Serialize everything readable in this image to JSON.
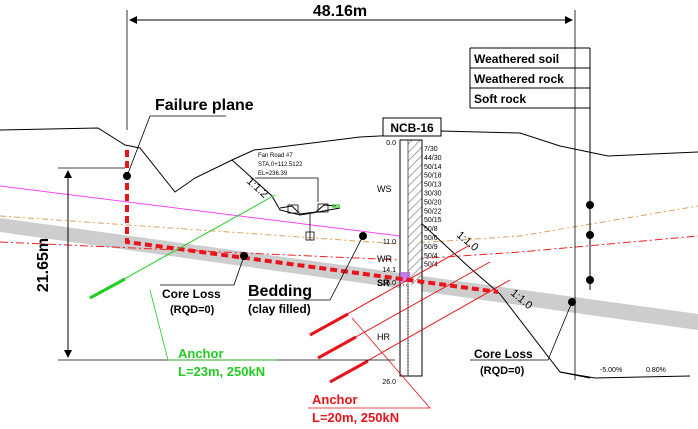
{
  "dimensions": {
    "width_label": "48.16m",
    "height_label": "21.65m"
  },
  "legend": {
    "items": [
      "Weathered soil",
      "Weathered rock",
      "Soft rock"
    ]
  },
  "labels": {
    "failure_plane": "Failure plane",
    "borehole": "NCB-16",
    "road_name": "Fan Road #7",
    "station": "STA.0+112.5122",
    "elevation": "EL=236.39",
    "slope_upper": "1:1.2",
    "slope_mid": "1:1.0",
    "slope_lower": "1:1.0",
    "ws": "WS",
    "wr": "WR",
    "sr": "SR",
    "hr": "HR",
    "core_loss_left": "Core Loss",
    "core_loss_left_rqd": "(RQD=0)",
    "core_loss_right": "Core Loss",
    "core_loss_right_rqd": "(RQD=0)",
    "bedding": "Bedding",
    "bedding_sub": "(clay filled)",
    "anchor_green_title": "Anchor",
    "anchor_green_spec": "L=23m, 250kN",
    "anchor_red_title": "Anchor",
    "anchor_red_spec": "L=20m, 250kN",
    "grade_left": "-5.00%",
    "grade_right": "0.80%"
  },
  "borehole_log": {
    "depth_top": "0.0",
    "spt": [
      "7/30",
      "44/30",
      "50/14",
      "50/18",
      "50/13",
      "30/30",
      "50/20",
      "50/22",
      "50/15",
      "50/8",
      "50/6",
      "50/9",
      "50/4",
      "50/4"
    ],
    "depth_ws": "11.0",
    "depth_wr": "14.1",
    "depth_sr": "15.0",
    "depth_bottom": "26.0"
  },
  "colors": {
    "failure": "#e8141c",
    "anchor_green": "#22cc22",
    "anchor_red": "#e8141c",
    "ws_line": "#ff44ff",
    "wr_line": "#e0a060",
    "sr_line": "#ee2222",
    "bedding_band": "#c8c8c8"
  }
}
